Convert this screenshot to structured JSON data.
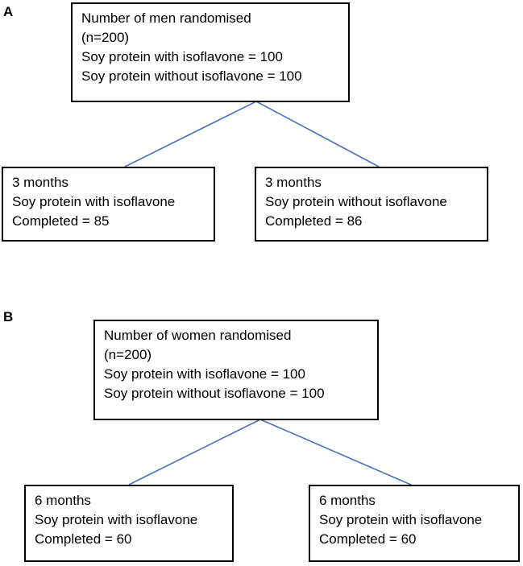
{
  "panels": [
    {
      "label": "A",
      "top_box": {
        "lines": [
          "Number of men randomised",
          "(n=200)",
          "Soy protein with isoflavone = 100",
          "Soy protein without isoflavone = 100"
        ]
      },
      "left_box": {
        "lines": [
          "3 months",
          "Soy protein with isoflavone",
          "Completed = 85"
        ]
      },
      "right_box": {
        "lines": [
          "3 months",
          "Soy protein without isoflavone",
          "Completed = 86"
        ]
      }
    },
    {
      "label": "B",
      "top_box": {
        "lines": [
          "Number of women randomised",
          "(n=200)",
          "Soy protein with isoflavone = 100",
          "Soy protein without isoflavone = 100"
        ]
      },
      "left_box": {
        "lines": [
          "6 months",
          "Soy protein with isoflavone",
          "Completed = 60"
        ]
      },
      "right_box": {
        "lines": [
          "6 months",
          "Soy protein with isoflavone",
          "Completed = 60"
        ]
      }
    }
  ],
  "colors": {
    "connector": "#4472c4",
    "border": "#000000"
  }
}
